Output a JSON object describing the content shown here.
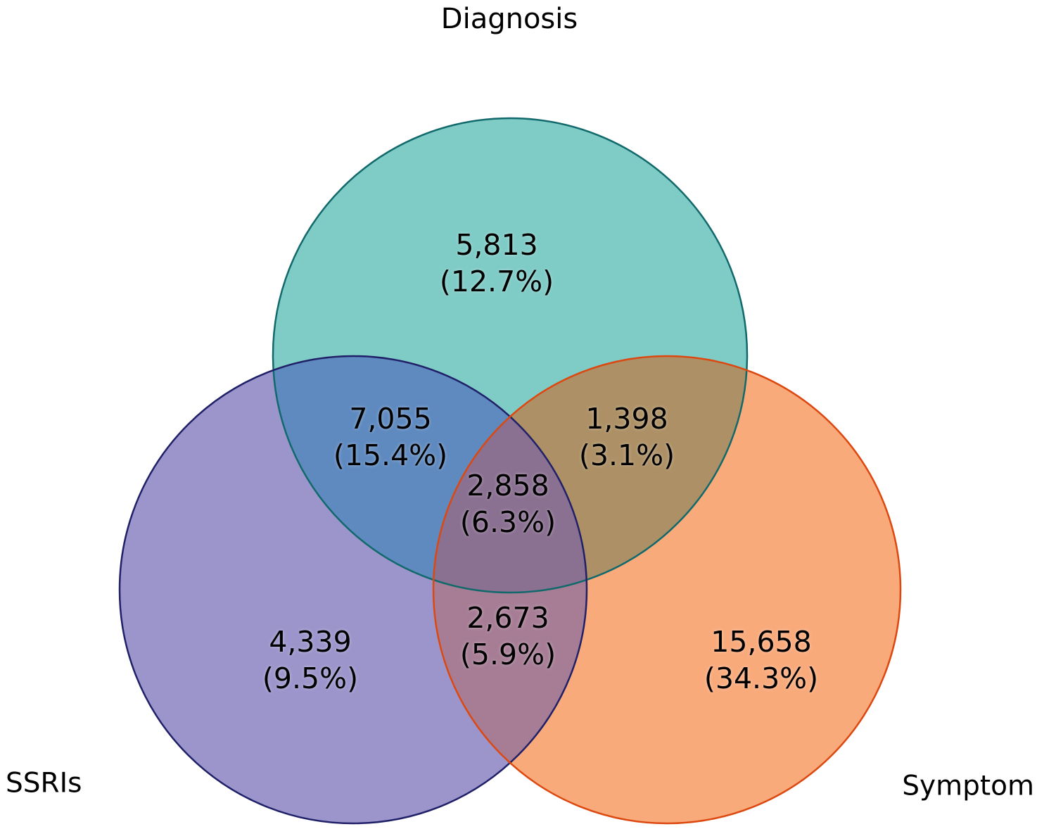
{
  "chart_data": {
    "type": "venn",
    "sets": [
      "Diagnosis",
      "SSRIs",
      "Symptom"
    ],
    "set_labels": {
      "top": "Diagnosis",
      "bottom_left": "SSRIs",
      "bottom_right": "Symptom"
    },
    "regions": {
      "diagnosis_only": {
        "sets": [
          "Diagnosis"
        ],
        "count": 5813,
        "percent": 12.7,
        "count_label": "5,813",
        "percent_label": "(12.7%)"
      },
      "ssris_only": {
        "sets": [
          "SSRIs"
        ],
        "count": 4339,
        "percent": 9.5,
        "count_label": "4,339",
        "percent_label": "(9.5%)"
      },
      "symptom_only": {
        "sets": [
          "Symptom"
        ],
        "count": 15658,
        "percent": 34.3,
        "count_label": "15,658",
        "percent_label": "(34.3%)"
      },
      "diagnosis_ssris": {
        "sets": [
          "Diagnosis",
          "SSRIs"
        ],
        "count": 7055,
        "percent": 15.4,
        "count_label": "7,055",
        "percent_label": "(15.4%)"
      },
      "diagnosis_symptom": {
        "sets": [
          "Diagnosis",
          "Symptom"
        ],
        "count": 1398,
        "percent": 3.1,
        "count_label": "1,398",
        "percent_label": "(3.1%)"
      },
      "ssris_symptom": {
        "sets": [
          "SSRIs",
          "Symptom"
        ],
        "count": 2673,
        "percent": 5.9,
        "count_label": "2,673",
        "percent_label": "(5.9%)"
      },
      "all_three": {
        "sets": [
          "Diagnosis",
          "SSRIs",
          "Symptom"
        ],
        "count": 2858,
        "percent": 6.3,
        "count_label": "2,858",
        "percent_label": "(6.3%)"
      }
    },
    "layout": {
      "legend": "off",
      "grid": "off",
      "background": "#FFFFFF"
    }
  },
  "colors": {
    "diagnosis_fill": "#7FCBC6",
    "diagnosis_stroke": "#11696B",
    "ssris_fill": "#9B95CB",
    "ssris_stroke": "#202069",
    "symptom_fill": "#F9AA7B",
    "symptom_stroke": "#DC4810",
    "diagnosis_ssris_fill": "#5F8ABF",
    "diagnosis_symptom_fill": "#AD9065",
    "ssris_symptom_fill": "#A67D95",
    "all_three_fill": "#8A7091",
    "text": "#000000",
    "background": "#FFFFFF"
  }
}
